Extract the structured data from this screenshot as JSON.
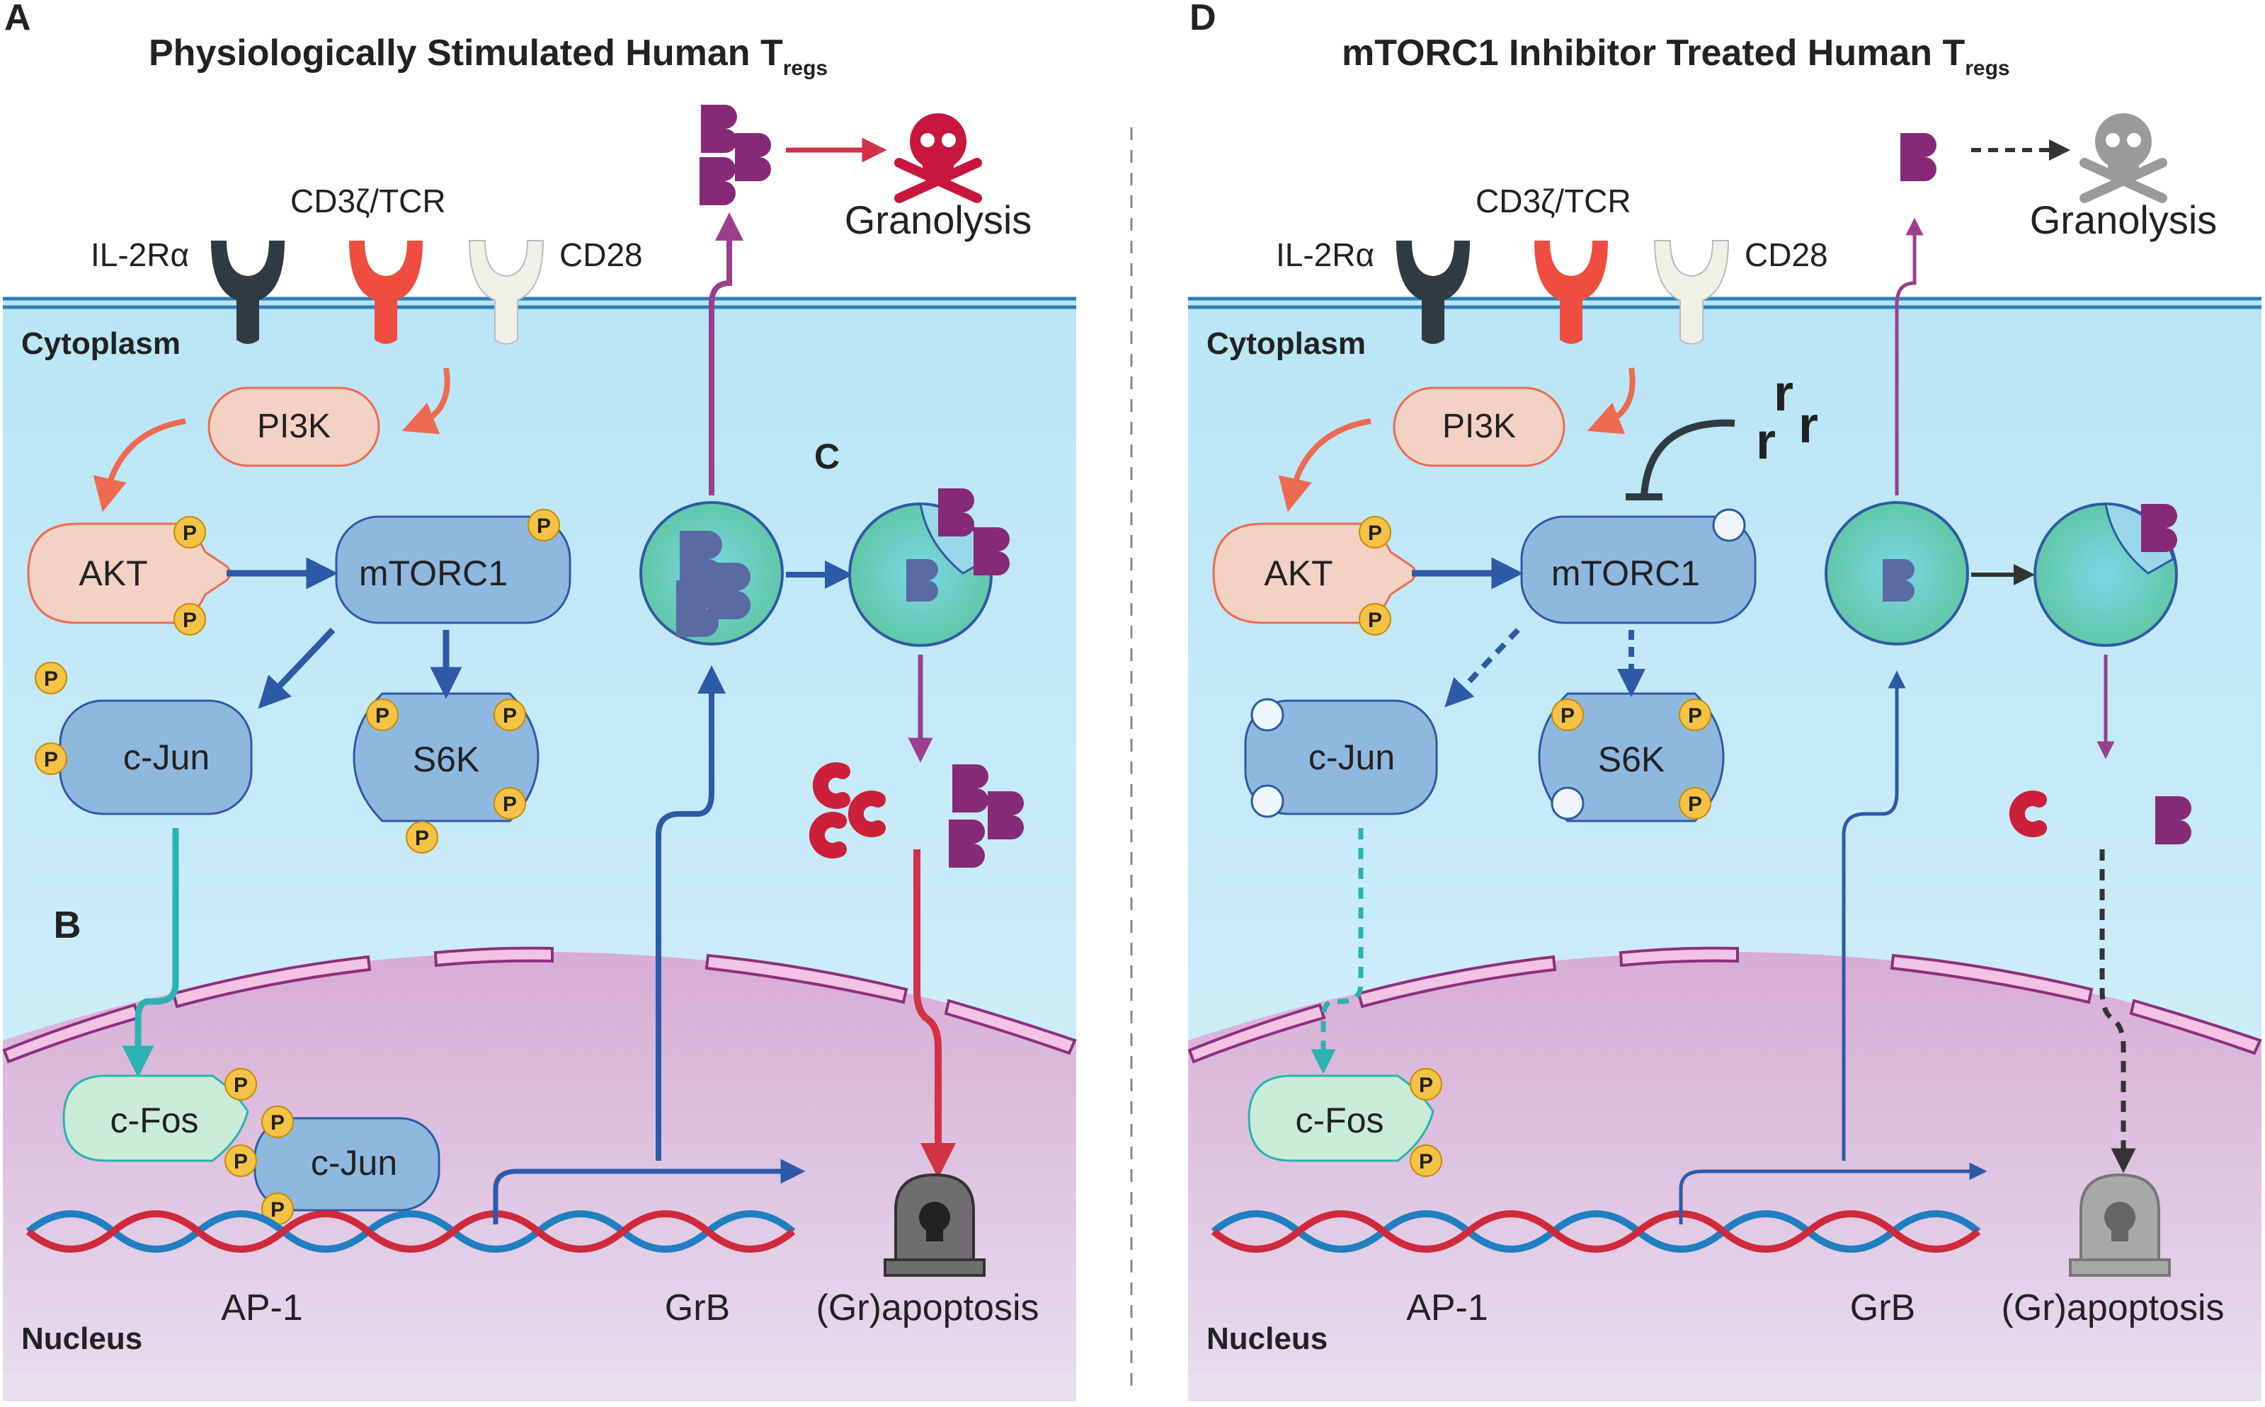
{
  "panels": [
    {
      "letter": "A",
      "title_main": "Physiologically Stimulated Human T",
      "title_sub": "regs",
      "receptors": {
        "il2": "IL-2Rα",
        "cd3": "CD3ζ/TCR",
        "cd28": "CD28"
      },
      "cytoplasm": "Cytoplasm",
      "nucleus": "Nucleus",
      "pi3k": "PI3K",
      "akt": "AKT",
      "mtorc1": "mTORC1",
      "cjun": "c-Jun",
      "s6k": "S6K",
      "cfos": "c-Fos",
      "cjun_nuclear": "c-Jun",
      "ap1": "AP-1",
      "grb": "GrB",
      "apoptosis": "(Gr)apoptosis",
      "granolysis": "Granolysis",
      "phospho": "P",
      "marker_b": "B",
      "marker_c": "C"
    },
    {
      "letter": "D",
      "title_main": "mTORC1 Inhibitor Treated Human T",
      "title_sub": "regs",
      "receptors": {
        "il2": "IL-2Rα",
        "cd3": "CD3ζ/TCR",
        "cd28": "CD28"
      },
      "cytoplasm": "Cytoplasm",
      "nucleus": "Nucleus",
      "pi3k": "PI3K",
      "akt": "AKT",
      "mtorc1": "mTORC1",
      "cjun": "c-Jun",
      "s6k": "S6K",
      "cfos": "c-Fos",
      "ap1": "AP-1",
      "grb": "GrB",
      "apoptosis": "(Gr)apoptosis",
      "granolysis": "Granolysis",
      "phospho": "P",
      "inhibitor": "r"
    }
  ],
  "colors": {
    "membrane": "#2a7fb8",
    "cytoplasm_top": "#bfe6f6",
    "nucleus": "#d9b4d8",
    "pi3k_akt": "#f3d2c4",
    "kinase_blue": "#8fb8df",
    "cfos_green": "#c9ecd9",
    "phospho_yellow": "#f4c346",
    "arrow_orange": "#ee6a50",
    "arrow_blue": "#2d5aa6",
    "arrow_purple": "#9a3f8c",
    "arrow_teal": "#2ab3b0",
    "arrow_red": "#d23245",
    "granule": "#6fd0b5",
    "grb_purple": "#862a77",
    "caspase_red": "#cc1f3a",
    "skull_active": "#c8163c",
    "skull_inactive": "#9a9a9a"
  },
  "icons": [
    "skull-crossbones-icon",
    "tombstone-icon",
    "dna-helix-icon",
    "receptor-icon"
  ]
}
